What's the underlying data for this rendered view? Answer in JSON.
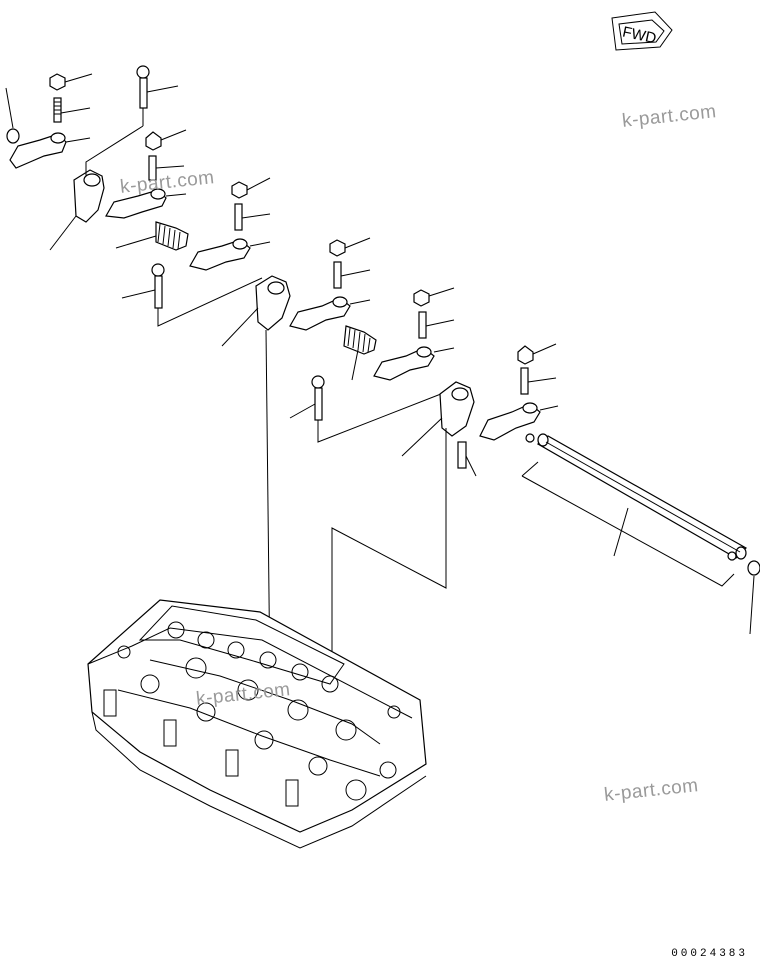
{
  "fwd_label": "FWD",
  "watermark": "k-part.com",
  "catalog_number": "00024383",
  "colors": {
    "line": "#000000",
    "watermark": "#9a9a9a",
    "background": "#ffffff"
  }
}
